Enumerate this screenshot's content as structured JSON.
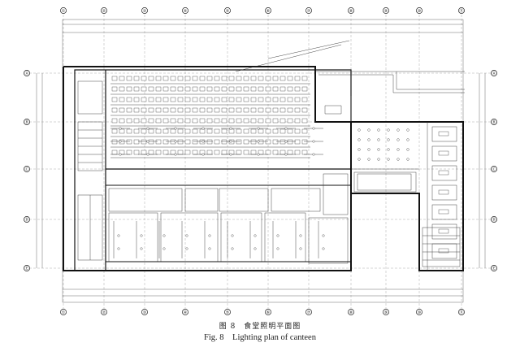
{
  "figure": {
    "caption_cn": "图 8　食堂照明平面图",
    "caption_en": "Fig. 8　Lighting plan of canteen"
  },
  "axes": {
    "top": [
      "①",
      "②",
      "③",
      "④",
      "⑤",
      "⑥",
      "⑦",
      "⑧",
      "⑨",
      "⑩",
      "⑪"
    ],
    "left": [
      "Ⓐ",
      "Ⓑ",
      "Ⓒ",
      "Ⓓ",
      "Ⓔ"
    ],
    "right": [
      "Ⓐ",
      "Ⓑ",
      "Ⓒ",
      "Ⓓ",
      "Ⓔ"
    ],
    "bottom": [
      "①",
      "②",
      "③",
      "④",
      "⑤",
      "⑥",
      "⑦",
      "⑧",
      "⑨",
      "⑩",
      "⑪"
    ]
  }
}
